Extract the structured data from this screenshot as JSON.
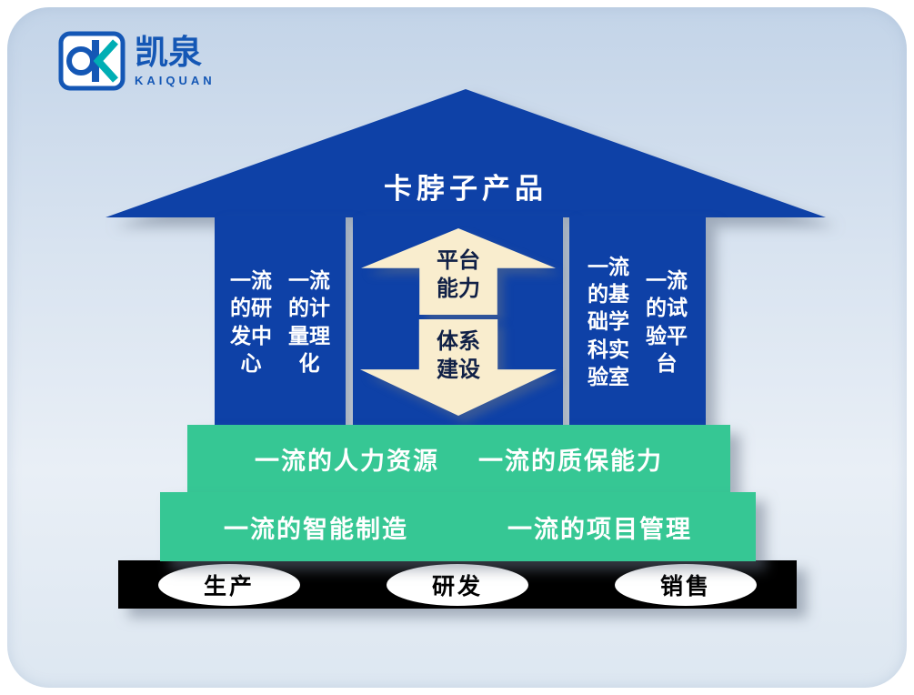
{
  "colors": {
    "blue": "#0E41A7",
    "green": "#36C794",
    "cream": "#F9EDCE",
    "base_black": "#000000",
    "logo_blue": "#1457B5",
    "logo_teal": "#00AEB4",
    "text_white": "#FFFFFF",
    "arrow_text": "#102046",
    "panel_top": "#C3D4E8",
    "panel_bottom": "#DDE7F1"
  },
  "logo": {
    "name": "凯泉",
    "latin": "KAIQUAN"
  },
  "roof": {
    "title": "卡脖子产品"
  },
  "pillars": {
    "left": [
      {
        "label": "一流的研发中心"
      },
      {
        "label": "一流的计量理化"
      }
    ],
    "right": [
      {
        "label": "一流的基础学科实验室"
      },
      {
        "label": "一流的试验平台"
      }
    ]
  },
  "core_arrows": {
    "up_label": "平台能力",
    "down_label": "体系建设"
  },
  "foundation_bars": {
    "bar1": [
      "一流的人力资源",
      "一流的质保能力"
    ],
    "bar2": [
      "一流的智能制造",
      "一流的项目管理"
    ]
  },
  "base": {
    "items": [
      "生产",
      "研发",
      "销售"
    ]
  }
}
